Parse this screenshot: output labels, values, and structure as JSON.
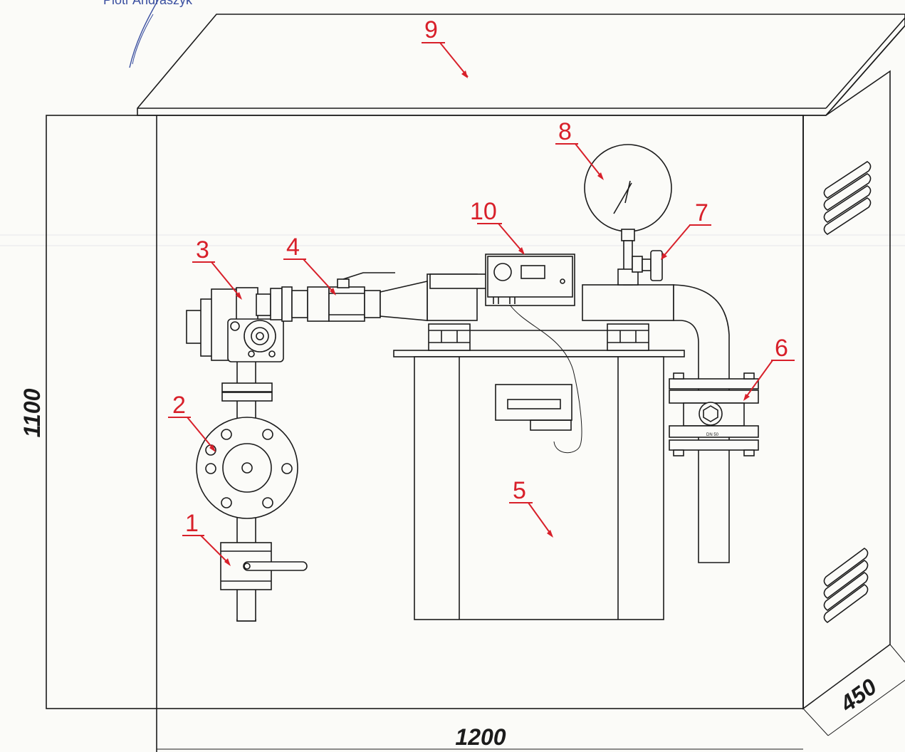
{
  "signature": {
    "text": "Piotr Andraszyk"
  },
  "dimensions": {
    "height": "1100",
    "width": "1200",
    "depth": "450"
  },
  "callouts": [
    {
      "id": "1",
      "label": "1"
    },
    {
      "id": "2",
      "label": "2"
    },
    {
      "id": "3",
      "label": "3"
    },
    {
      "id": "4",
      "label": "4"
    },
    {
      "id": "5",
      "label": "5"
    },
    {
      "id": "6",
      "label": "6"
    },
    {
      "id": "7",
      "label": "7"
    },
    {
      "id": "8",
      "label": "8"
    },
    {
      "id": "9",
      "label": "9"
    },
    {
      "id": "10",
      "label": "10"
    }
  ],
  "filter_marking": "DN 50",
  "colors": {
    "callout": "#d8202a",
    "line": "#1b1b1b",
    "signature": "#3a4fa0"
  }
}
